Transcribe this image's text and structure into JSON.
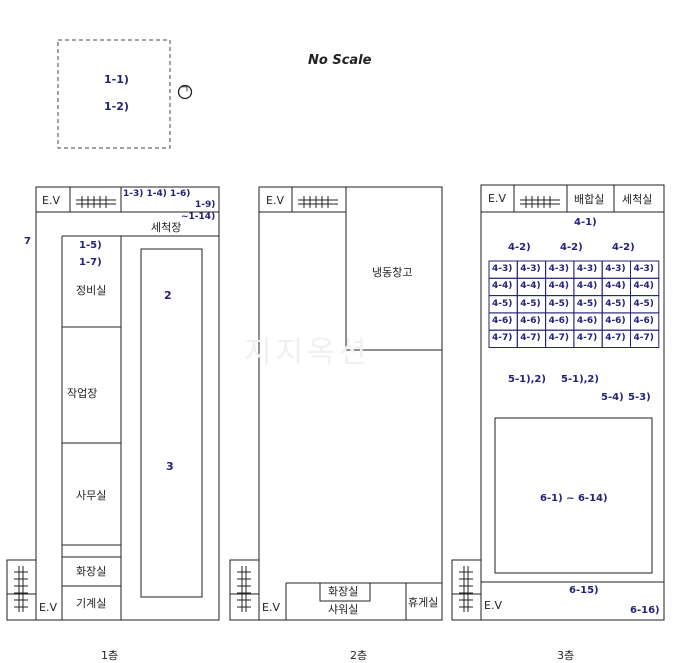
{
  "no_scale": "No Scale",
  "watermark": "지지옥션",
  "key_plan": {
    "label1": "1-1)",
    "label2": "1-2)",
    "marker": "ㄱ"
  },
  "floor1": {
    "ev": "E.V",
    "ev_bottom": "E.V",
    "num_top": "1-3) 1-4) 1-6)",
    "num_19": "1-9)",
    "num_114": "~1-14)",
    "wash": "세척장",
    "num_7": "7",
    "num_15": "1-5)",
    "num_17": "1-7)",
    "maint": "정비실",
    "work": "작업장",
    "office": "사무실",
    "toilet": "화장실",
    "machine": "기계실",
    "num_2": "2",
    "num_3": "3",
    "title": "1층"
  },
  "floor2": {
    "ev": "E.V",
    "ev_bottom": "E.V",
    "cold": "냉동창고",
    "toilet": "화장실",
    "shower": "샤워실",
    "rest": "휴게실",
    "title": "2층"
  },
  "floor3": {
    "ev": "E.V",
    "ev_bottom": "E.V",
    "mix": "배합실",
    "wash": "세척실",
    "num_41": "4-1)",
    "num_42a": "4-2)",
    "num_42b": "4-2)",
    "num_42c": "4-2)",
    "grid_rows": [
      "4-3)",
      "4-4)",
      "4-5)",
      "4-6)",
      "4-7)"
    ],
    "num_51a": "5-1),2)",
    "num_51b": "5-1),2)",
    "num_54": "5-4)",
    "num_53": "5-3)",
    "big": "6-1) ~ 6-14)",
    "num_615": "6-15)",
    "num_616": "6-16)",
    "title": "3층"
  }
}
